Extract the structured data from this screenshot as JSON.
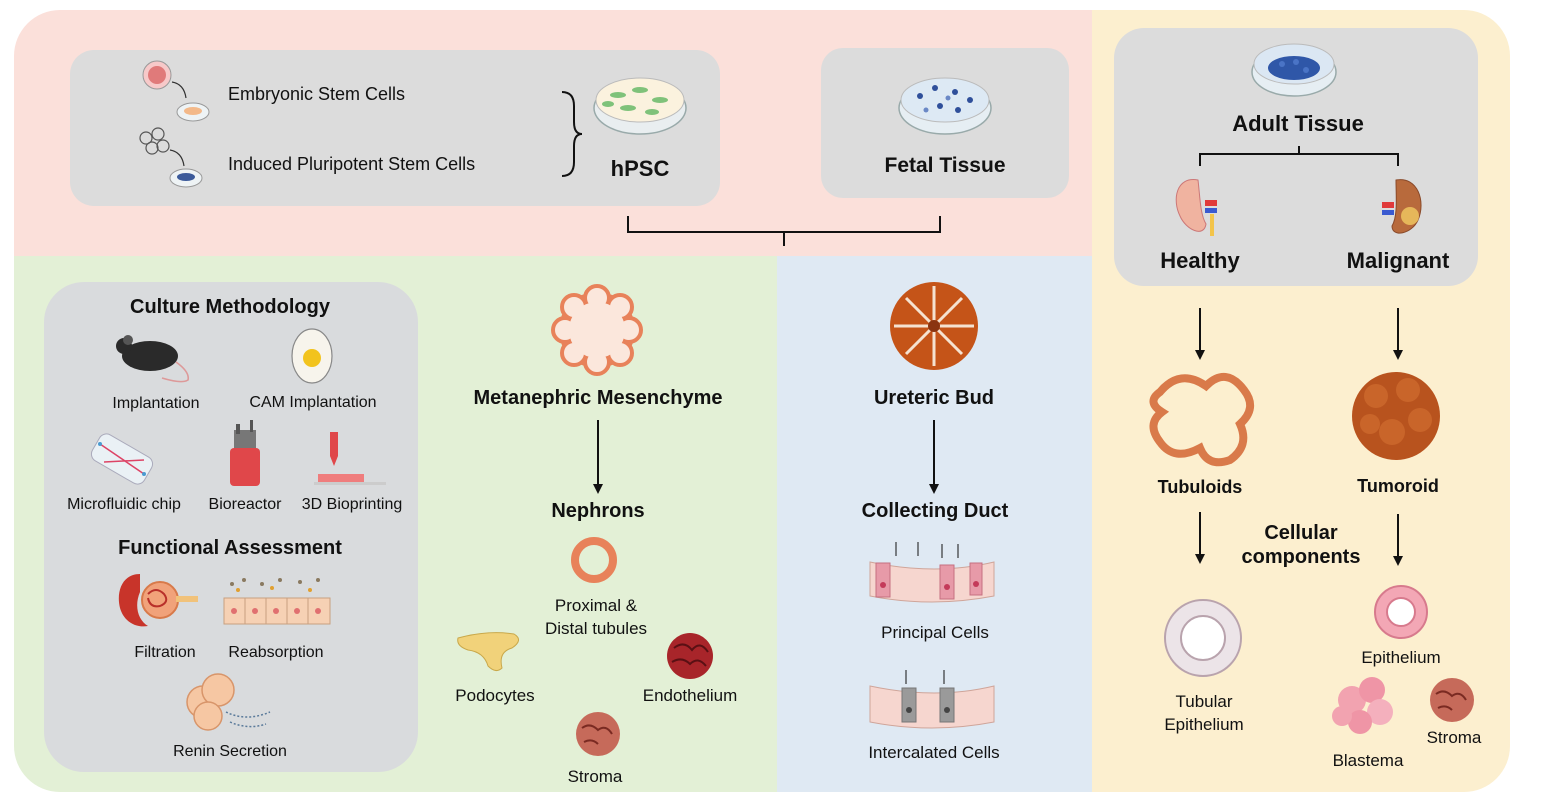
{
  "sources": {
    "embryonic": "Embryonic Stem Cells",
    "induced": "Induced Pluripotent Stem Cells",
    "hpsc": "hPSC",
    "fetal": "Fetal Tissue",
    "adult": "Adult Tissue",
    "healthy": "Healthy",
    "malignant": "Malignant"
  },
  "culture": {
    "title": "Culture Methodology",
    "implantation": "Implantation",
    "cam": "CAM Implantation",
    "microfluidic": "Microfluidic chip",
    "bioreactor": "Bioreactor",
    "bioprinting": "3D Bioprinting"
  },
  "functional": {
    "title": "Functional Assessment",
    "filtration": "Filtration",
    "reabsorption": "Reabsorption",
    "renin": "Renin Secretion"
  },
  "mm": {
    "title": "Metanephric Mesenchyme",
    "nephrons": "Nephrons",
    "tubules_1": "Proximal &",
    "tubules_2": "Distal tubules",
    "podocytes": "Podocytes",
    "endothelium": "Endothelium",
    "stroma": "Stroma"
  },
  "ub": {
    "title": "Ureteric Bud",
    "collecting": "Collecting Duct",
    "principal": "Principal Cells",
    "intercalated": "Intercalated Cells"
  },
  "adult_branch": {
    "tubuloids": "Tubuloids",
    "tumoroid": "Tumoroid",
    "cellular_1": "Cellular",
    "cellular_2": "components",
    "tubular_1": "Tubular",
    "tubular_2": "Epithelium",
    "epithelium": "Epithelium",
    "blastema": "Blastema",
    "stroma": "Stroma"
  },
  "colors": {
    "pink_bg": "#fbe0da",
    "green_bg": "#e3f0d6",
    "blue_bg": "#dfe9f3",
    "yellow_bg": "#fcefcf",
    "gray_box": "#dcdcdc",
    "orange": "#e8825a",
    "dark_orange": "#b5491c",
    "pink_cell": "#f3a7b5"
  }
}
